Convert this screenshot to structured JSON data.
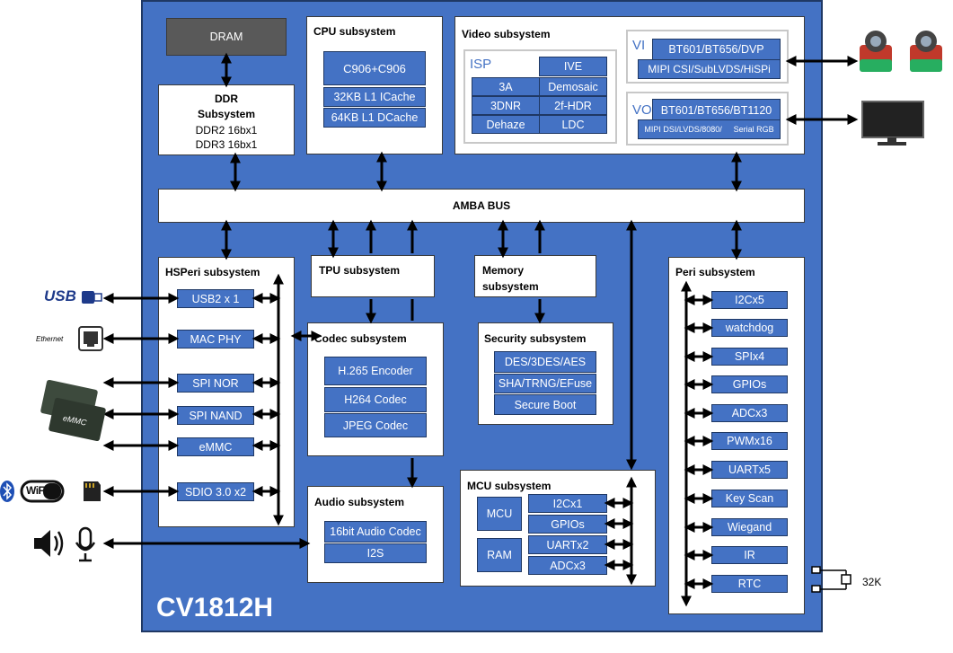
{
  "chip_name": "CV1812H",
  "dram": "DRAM",
  "ddr": {
    "title_line1": "DDR",
    "title_line2": "Subsystem",
    "line1": "DDR2 16bx1",
    "line2": "DDR3 16bx1"
  },
  "cpu": {
    "title": "CPU subsystem",
    "core": "C906+C906",
    "icache": "32KB L1 ICache",
    "dcache": "64KB L1 DCache"
  },
  "video": {
    "title": "Video subsystem",
    "isp_label": "ISP",
    "isp_blocks": [
      "IVE",
      "3A",
      "Demosaic",
      "3DNR",
      "2f-HDR",
      "Dehaze",
      "LDC"
    ],
    "vi_label": "VI",
    "vi_line1": "BT601/BT656/DVP",
    "vi_line2": "MIPI CSI/SubLVDS/HiSPi",
    "vo_label": "VO",
    "vo_line1": "BT601/BT656/BT1120",
    "vo_line2a": "MIPI DSI/LVDS/8080/",
    "vo_line2b": "Serial RGB"
  },
  "amba_bus": "AMBA BUS",
  "hsperi": {
    "title": "HSPeri subsystem",
    "items": [
      "USB2 x 1",
      "MAC PHY",
      "SPI NOR",
      "SPI NAND",
      "eMMC",
      "SDIO 3.0 x2"
    ]
  },
  "tpu": {
    "title": "TPU subsystem"
  },
  "codec": {
    "title": "Codec subsystem",
    "items": [
      "H.265 Encoder",
      "H264 Codec",
      "JPEG Codec"
    ]
  },
  "audio": {
    "title": "Audio subsystem",
    "items": [
      "16bit Audio Codec",
      "I2S"
    ]
  },
  "memory": {
    "title_line1": "Memory",
    "title_line2": "subsystem"
  },
  "security": {
    "title": "Security subsystem",
    "items": [
      "DES/3DES/AES",
      "SHA/TRNG/EFuse",
      "Secure Boot"
    ]
  },
  "mcu": {
    "title": "MCU subsystem",
    "core": "MCU",
    "ram": "RAM",
    "items": [
      "I2Cx1",
      "GPIOs",
      "UARTx2",
      "ADCx3"
    ]
  },
  "peri": {
    "title": "Peri subsystem",
    "items": [
      "I2Cx5",
      "watchdog",
      "SPIx4",
      "GPIOs",
      "ADCx3",
      "PWMx16",
      "UARTx5",
      "Key Scan",
      "Wiegand",
      "IR",
      "RTC"
    ]
  },
  "external": {
    "usb_logo": "USB",
    "ethernet": "Ethernet",
    "emmc_logo": "eMMC",
    "wifi_logo": "WiFi",
    "crystal": "32K"
  },
  "icons": [
    "camera-icon",
    "monitor-icon",
    "usb-icon",
    "ethernet-port-icon",
    "emmc-chip-icon",
    "bluetooth-icon",
    "wifi-icon",
    "sd-card-icon",
    "speaker-icon",
    "microphone-icon",
    "crystal-icon"
  ],
  "colors": {
    "chip": "#4472c4",
    "block": "#4472c4",
    "dram": "#595959",
    "border": "#1f3864"
  }
}
